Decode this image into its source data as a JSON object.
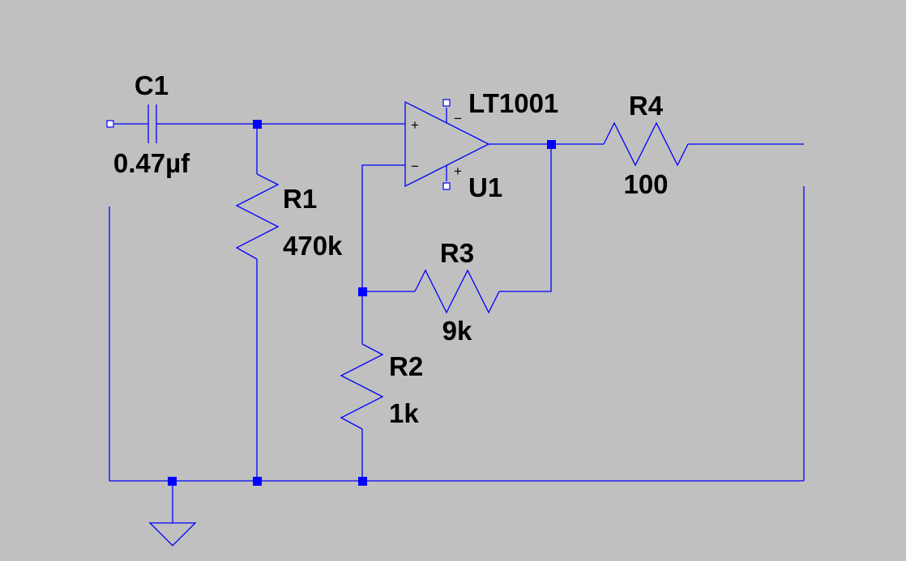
{
  "components": {
    "c1": {
      "ref": "C1",
      "value": "0.47µf"
    },
    "r1": {
      "ref": "R1",
      "value": "470k"
    },
    "r2": {
      "ref": "R2",
      "value": "1k"
    },
    "r3": {
      "ref": "R3",
      "value": "9k"
    },
    "r4": {
      "ref": "R4",
      "value": "100"
    },
    "u1": {
      "ref": "U1",
      "part": "LT1001",
      "in_plus": "+",
      "in_minus": "−",
      "supply_minus": "−",
      "supply_plus": "+"
    }
  },
  "colors": {
    "background": "#c0c0c0",
    "wire": "#0000ff",
    "text": "#000000"
  }
}
